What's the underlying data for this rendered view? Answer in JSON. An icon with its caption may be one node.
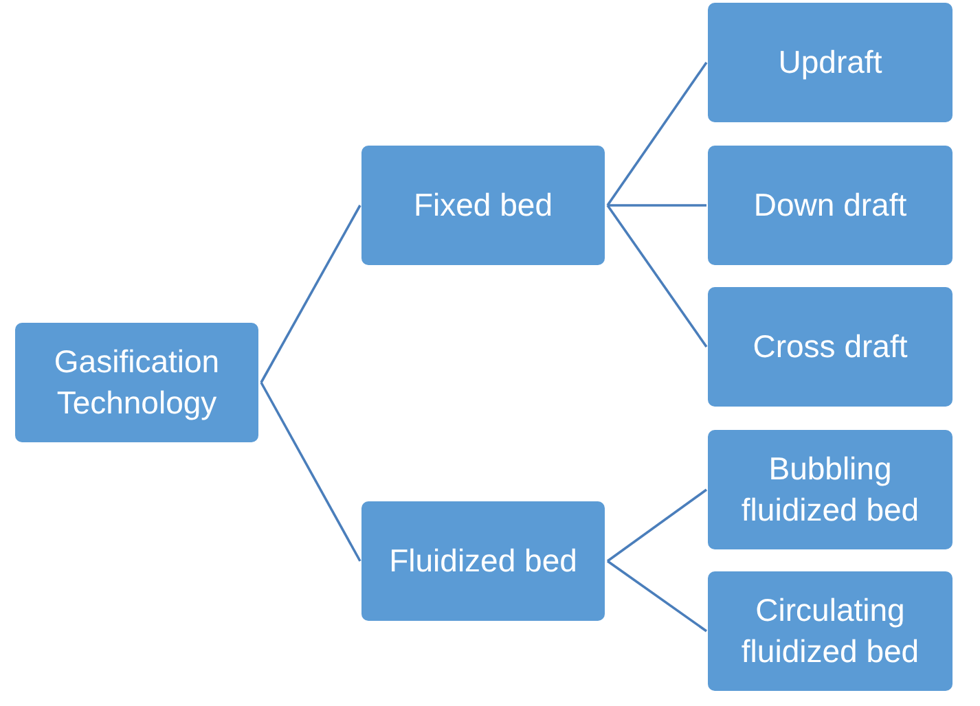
{
  "diagram": {
    "nodes": [
      {
        "text": [
          "Gasification Technology"
        ]
      },
      {
        "text": [
          "Fixed bed"
        ]
      },
      {
        "text": [
          "Fluidized bed"
        ]
      },
      {
        "text": [
          "Updraft"
        ]
      },
      {
        "text": [
          "Down draft"
        ]
      },
      {
        "text": [
          "Cross draft"
        ]
      },
      {
        "text": [
          "Bubbling fluidized bed"
        ]
      },
      {
        "text": [
          "Circulating fluidized bed"
        ]
      }
    ],
    "edges": [
      {
        "from": 0,
        "to": 1,
        "arrow": "none"
      },
      {
        "from": 0,
        "to": 2,
        "arrow": "none"
      },
      {
        "from": 1,
        "to": 3,
        "arrow": "none"
      },
      {
        "from": 1,
        "to": 4,
        "arrow": "none"
      },
      {
        "from": 1,
        "to": 5,
        "arrow": "none"
      },
      {
        "from": 2,
        "to": 6,
        "arrow": "none"
      },
      {
        "from": 2,
        "to": 7,
        "arrow": "none"
      }
    ]
  }
}
